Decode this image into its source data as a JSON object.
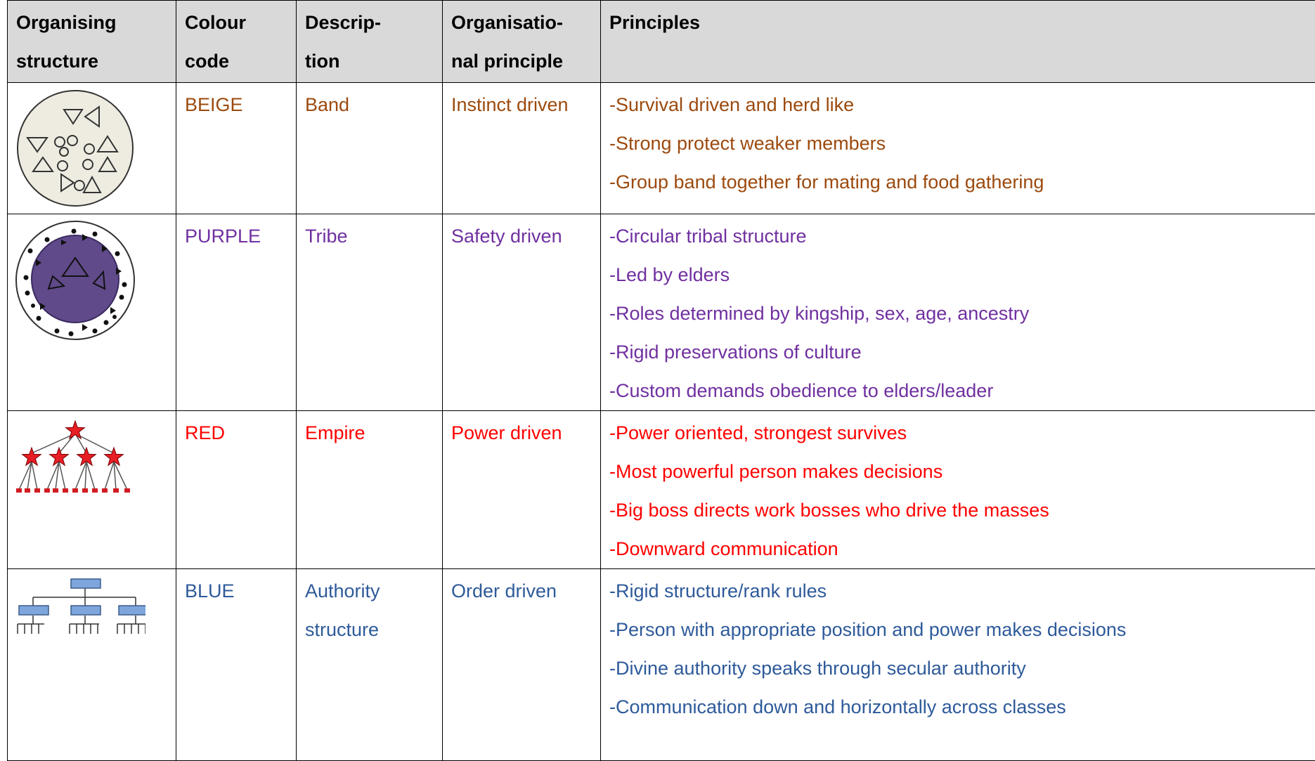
{
  "headers": {
    "structure": [
      "Organising",
      "structure"
    ],
    "colour": [
      "Colour",
      "code"
    ],
    "description": [
      "Descrip-",
      "tion"
    ],
    "org_principle": [
      "Organisatio-",
      "nal principle"
    ],
    "principles": "Principles"
  },
  "rows": [
    {
      "icon": "band-circle-icon",
      "color": "#9c4a0e",
      "code": "BEIGE",
      "description": [
        "Band"
      ],
      "principle": "Instinct driven",
      "principles": [
        "-Survival driven and herd like",
        "-Strong protect weaker members",
        "-Group band together for mating and food gathering"
      ]
    },
    {
      "icon": "tribe-circle-icon",
      "color": "#7030a0",
      "code": "PURPLE",
      "description": [
        "Tribe"
      ],
      "principle": "Safety driven",
      "principles": [
        "-Circular tribal structure",
        "-Led by elders",
        "-Roles determined by kingship, sex, age, ancestry",
        "-Rigid preservations of culture",
        "-Custom demands obedience to elders/leader"
      ]
    },
    {
      "icon": "star-hierarchy-icon",
      "color": "#ff0000",
      "code": "RED",
      "description": [
        "Empire"
      ],
      "principle": "Power driven",
      "principles": [
        "-Power oriented, strongest survives",
        "-Most powerful person makes decisions",
        "-Big boss directs work bosses who drive the masses",
        "-Downward communication"
      ]
    },
    {
      "icon": "org-chart-icon",
      "color": "#2e5a9a",
      "code": "BLUE",
      "description": [
        "Authority",
        "structure"
      ],
      "principle": "Order driven",
      "principles": [
        "-Rigid structure/rank rules",
        "-Person with appropriate position and power makes decisions",
        "-Divine authority speaks through secular authority",
        "-Communication down and horizontally across classes"
      ]
    }
  ]
}
